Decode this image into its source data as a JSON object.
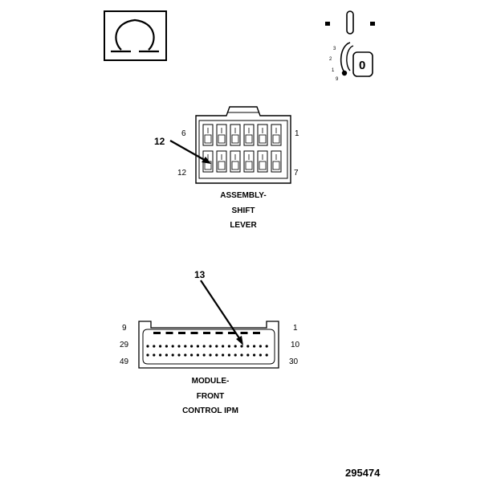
{
  "symbols": {
    "ohm_box_icon": "ohmmeter-symbol-icon",
    "ignition_icon": "ignition-switch-icon",
    "key_label": "0",
    "key_positions": [
      "3",
      "2",
      "1",
      "9"
    ]
  },
  "shift_lever_connector": {
    "callout": "12",
    "pin_top_left": "6",
    "pin_top_right": "1",
    "pin_bottom_left": "12",
    "pin_bottom_right": "7",
    "label": [
      "ASSEMBLY-",
      "SHIFT",
      "LEVER"
    ]
  },
  "ipm_connector": {
    "callout": "13",
    "pin_row1_left": "9",
    "pin_row1_right": "1",
    "pin_row2_left": "29",
    "pin_row2_right": "10",
    "pin_row3_left": "49",
    "pin_row3_right": "30",
    "label": [
      "MODULE-",
      "FRONT",
      "CONTROL IPM"
    ]
  },
  "figure_number": "295474"
}
